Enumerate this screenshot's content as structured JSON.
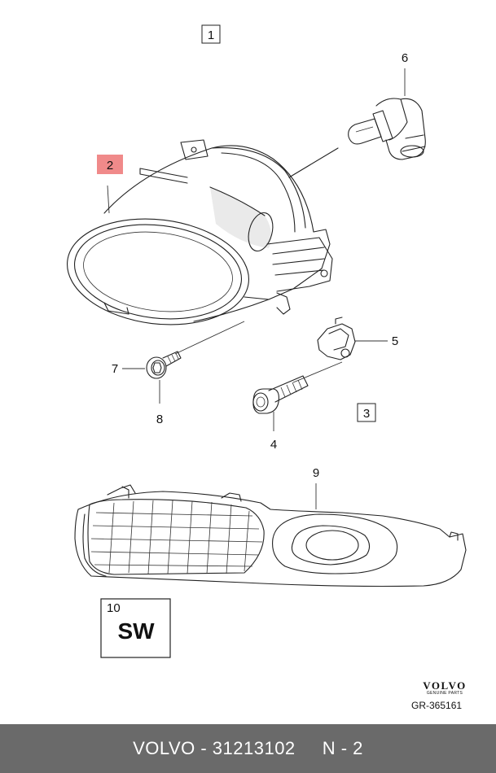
{
  "callouts": {
    "c1": "1",
    "c2": "2",
    "c3": "3",
    "c4": "4",
    "c5": "5",
    "c6": "6",
    "c7": "7",
    "c8": "8",
    "c9": "9",
    "c10": "10"
  },
  "sw_box": {
    "text": "SW"
  },
  "brand": {
    "name": "VOLVO",
    "subtitle": "GENUINE PARTS"
  },
  "reference": "GR-365161",
  "footer": {
    "left": "VOLVO - 31213102",
    "right": "N - 2"
  },
  "colors": {
    "highlight": "#f08a8a",
    "footer_bg": "#6a6a6a"
  }
}
